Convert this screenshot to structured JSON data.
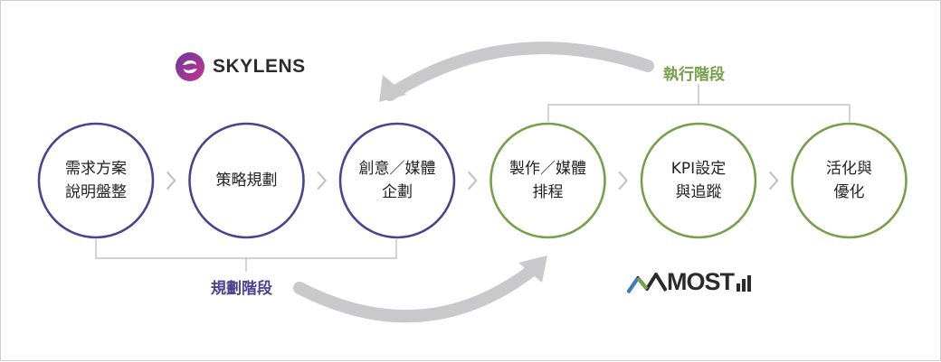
{
  "colors": {
    "planning": "#4a4490",
    "execution": "#76a04a",
    "chevron": "#c4c4c4",
    "bracket": "#b8b8b8",
    "cycle_arrow": "#c9c9cb"
  },
  "logos": {
    "skylens": {
      "text": "SKYLENS",
      "icon": "skylens-swirl-icon"
    },
    "most": {
      "text": "MOST",
      "icon": "most-chart-icon"
    }
  },
  "phases": {
    "planning": {
      "label": "規劃階段"
    },
    "execution": {
      "label": "執行階段"
    }
  },
  "steps": [
    {
      "lines": [
        "需求方案",
        "說明盤整"
      ],
      "phase": "planning"
    },
    {
      "lines": [
        "策略規劃"
      ],
      "phase": "planning"
    },
    {
      "lines": [
        "創意／媒體",
        "企劃"
      ],
      "phase": "planning"
    },
    {
      "lines": [
        "製作／媒體",
        "排程"
      ],
      "phase": "execution"
    },
    {
      "lines": [
        "KPI設定",
        "與追蹤"
      ],
      "phase": "execution"
    },
    {
      "lines": [
        "活化與",
        "優化"
      ],
      "phase": "execution"
    }
  ]
}
